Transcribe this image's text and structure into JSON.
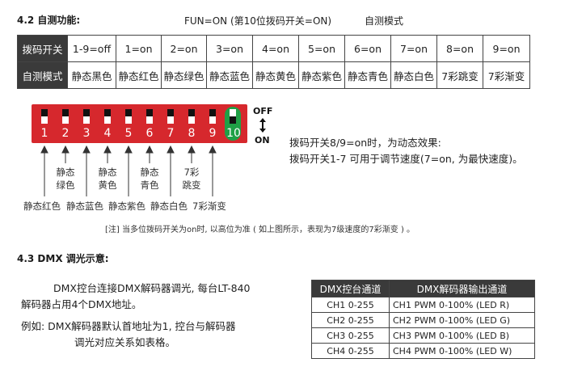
{
  "section42": {
    "title": "4.2 自测功能:",
    "fun": "FUN=ON (第10位拨码开关=ON)",
    "mode": "自测模式"
  },
  "switch_table": {
    "row1": [
      "拨码开关",
      "1-9=off",
      "1=on",
      "2=on",
      "3=on",
      "4=on",
      "5=on",
      "6=on",
      "7=on",
      "8=on",
      "9=on"
    ],
    "row2": [
      "自测模式",
      "静态黑色",
      "静态红色",
      "静态绿色",
      "静态蓝色",
      "静态黄色",
      "静态紫色",
      "静态青色",
      "静态白色",
      "7彩跳变",
      "7彩渐变"
    ]
  },
  "dip": {
    "numbers": [
      "1",
      "2",
      "3",
      "4",
      "5",
      "6",
      "7",
      "8",
      "9",
      "10"
    ],
    "off": "OFF",
    "on": "ON"
  },
  "dip_note": {
    "line1": "拨码开关8/9=on时，为动态效果:",
    "line2": "拨码开关1-7 可用于调节速度(7=on, 为最快速度)。"
  },
  "upper_labels": [
    {
      "l1": "静态",
      "l2": "绿色"
    },
    {
      "l1": "静态",
      "l2": "黄色"
    },
    {
      "l1": "静态",
      "l2": "青色"
    },
    {
      "l1": "7彩",
      "l2": "跳变"
    }
  ],
  "lower_labels": [
    "静态红色",
    "静态蓝色",
    "静态紫色",
    "静态白色",
    "7彩渐变"
  ],
  "footnote": "[注] 当多位拨码开关为on时, 以高位为准 ( 如上图所示，表现为7级速度的7彩渐变 ) 。",
  "section43": {
    "title": "4.3  DMX 调光示意:",
    "p1a": "DMX控台连接DMX解码器调光, 每台LT-840",
    "p1b": "解码器占用4个DMX地址。",
    "p2a": "例如: DMX解码器默认首地址为1, 控台与解码器",
    "p2b": "调光对应关系如表格。"
  },
  "dmx_table": {
    "headers": [
      "DMX控台通道",
      "DMX解码器输出通道"
    ],
    "rows": [
      [
        "CH1 0-255",
        "CH1  PWM 0-100% (LED R)"
      ],
      [
        "CH2 0-255",
        "CH2  PWM 0-100% (LED G)"
      ],
      [
        "CH3 0-255",
        "CH3  PWM 0-100% (LED B)"
      ],
      [
        "CH4 0-255",
        "CH4  PWM 0-100% (LED W)"
      ]
    ]
  },
  "colors": {
    "dip_red": "#d6282d",
    "dip_green": "#1fa046",
    "table_head": "#3a3a3a"
  }
}
